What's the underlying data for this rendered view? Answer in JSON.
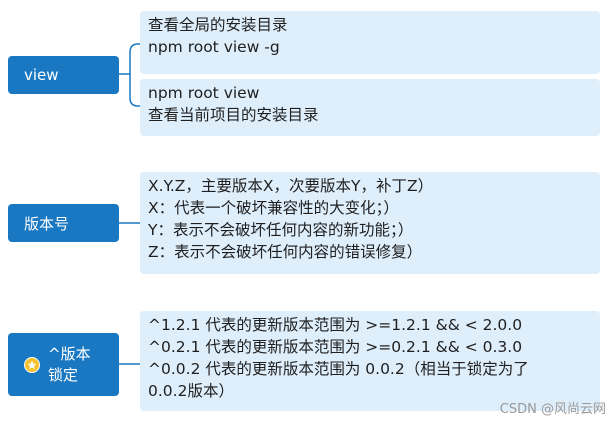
{
  "colors": {
    "node_fill": "#1a78c2",
    "node_text": "#ffffff",
    "box_fill": "#deeefb",
    "connector": "#1a78c2",
    "badge": "#f6c12b"
  },
  "nodes": {
    "view": {
      "label": "view",
      "boxes": [
        [
          "查看全局的安装目录",
          "npm root view -g"
        ],
        [
          "npm root view",
          "查看当前项目的安装目录"
        ]
      ]
    },
    "version": {
      "label": "版本号",
      "lines": [
        "X.Y.Z，主要版本X，次要版本Y，补丁Z）",
        "X：代表一个破坏兼容性的大变化；）",
        "Y：表示不会破坏任何内容的新功能；）",
        "Z：表示不会破坏任何内容的错误修复）"
      ]
    },
    "lock": {
      "label_line1": "^版本",
      "label_line2": "锁定",
      "badge_icon": "star-icon",
      "lines": [
        "^1.2.1 代表的更新版本范围为 >=1.2.1 && < 2.0.0",
        "^0.2.1 代表的更新版本范围为 >=0.2.1 && < 0.3.0",
        "^0.0.2 代表的更新版本范围为 0.0.2（相当于锁定为了",
        "0.0.2版本）"
      ]
    }
  },
  "watermark": "CSDN @风尚云网"
}
